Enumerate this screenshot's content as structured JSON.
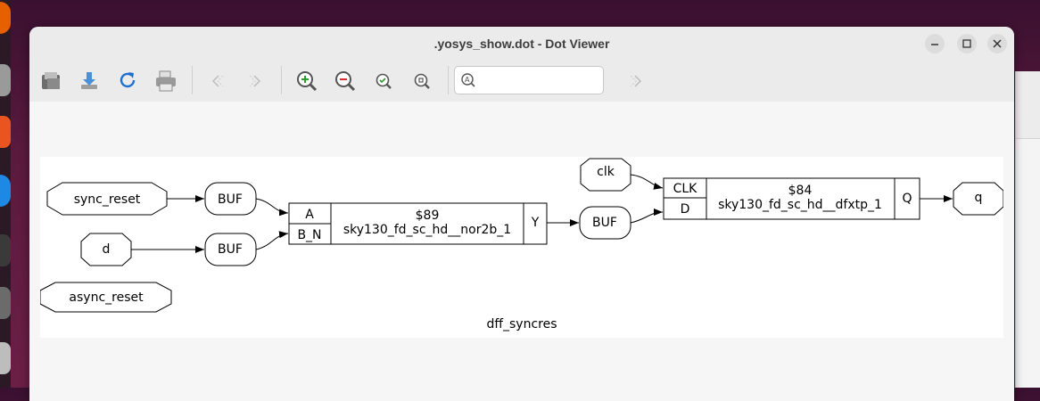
{
  "window": {
    "title": ".yosys_show.dot - Dot Viewer",
    "minimize_icon": "minimize-icon",
    "maximize_icon": "maximize-icon",
    "close_icon": "close-icon"
  },
  "toolbar": {
    "buttons": [
      {
        "name": "open-icon"
      },
      {
        "name": "save-icon"
      },
      {
        "name": "reload-icon"
      },
      {
        "name": "print-icon"
      },
      {
        "name": "back-icon"
      },
      {
        "name": "forward-icon"
      },
      {
        "name": "zoom-in-icon"
      },
      {
        "name": "zoom-out-icon"
      },
      {
        "name": "zoom-fit-icon"
      },
      {
        "name": "zoom-100-icon"
      },
      {
        "name": "find-next-icon"
      }
    ],
    "search": {
      "value": "",
      "placeholder": "",
      "icon": "search-icon"
    }
  },
  "graph": {
    "title": "dff_syncres",
    "inputs": [
      "sync_reset",
      "d",
      "async_reset",
      "clk"
    ],
    "outputs": [
      "q"
    ],
    "buffers": [
      "BUF",
      "BUF",
      "BUF"
    ],
    "cells": [
      {
        "id": "$89",
        "type": "sky130_fd_sc_hd__nor2b_1",
        "in_ports": [
          "A",
          "B_N"
        ],
        "out_ports": [
          "Y"
        ]
      },
      {
        "id": "$84",
        "type": "sky130_fd_sc_hd__dfxtp_1",
        "in_ports": [
          "CLK",
          "D"
        ],
        "out_ports": [
          "Q"
        ]
      }
    ]
  }
}
